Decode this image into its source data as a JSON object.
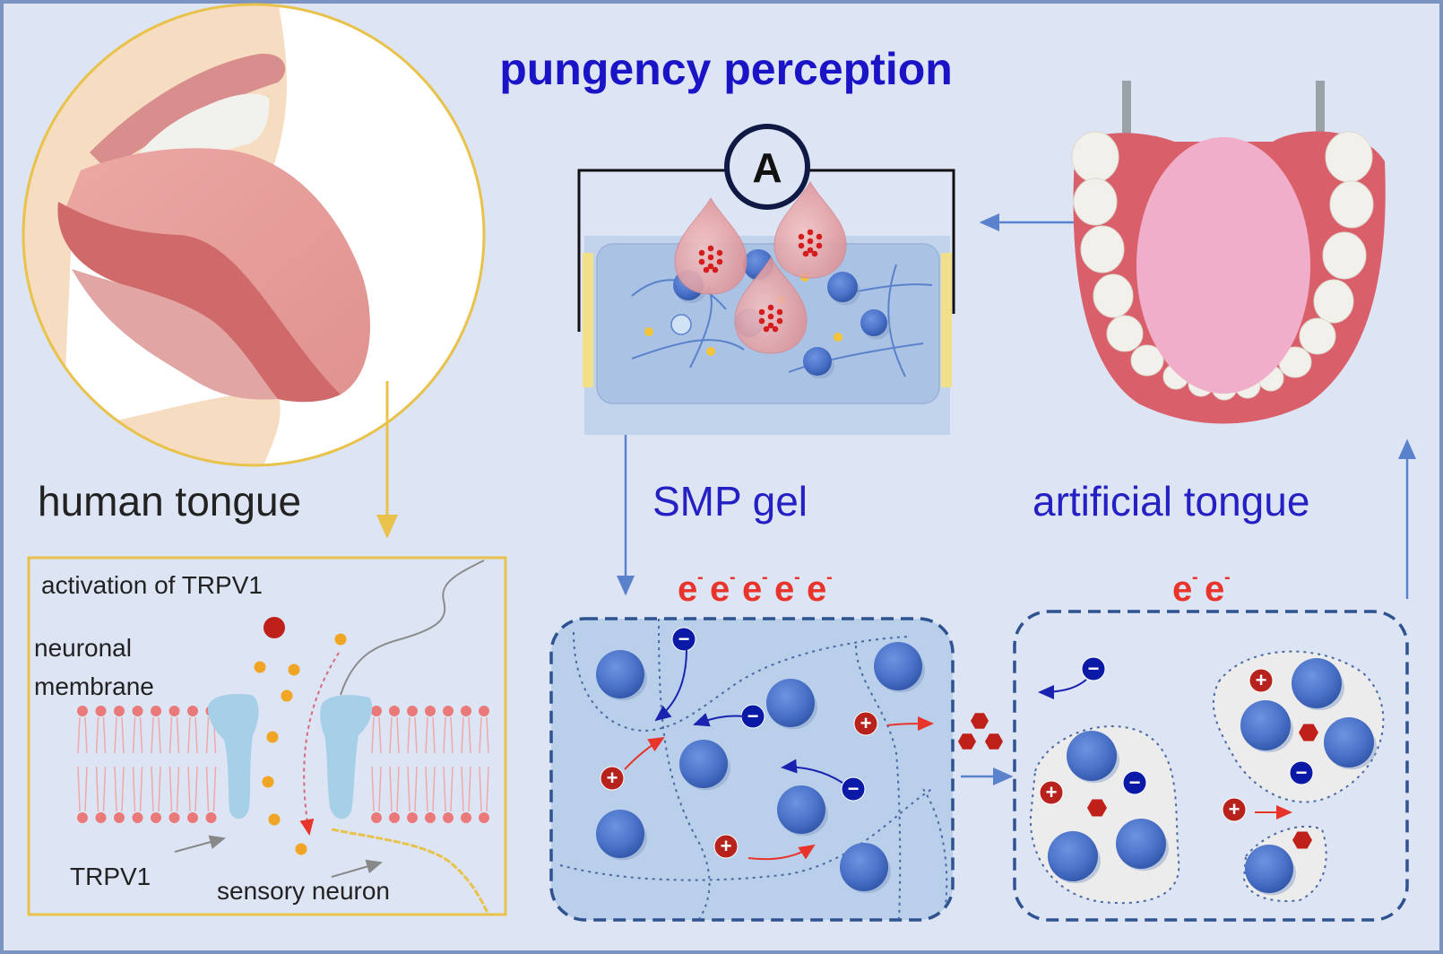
{
  "title": "pungency perception",
  "sections": {
    "human_tongue": {
      "label": "human tongue",
      "inset": {
        "heading": "activation of TRPV1",
        "membrane_label_line1": "neuronal",
        "membrane_label_line2": "membrane",
        "channel_label": "TRPV1",
        "neuron_label": "sensory neuron"
      }
    },
    "smp_gel": {
      "label": "SMP gel",
      "meter_symbol": "A",
      "electrons": [
        "e",
        "e",
        "e",
        "e",
        "e"
      ],
      "electron_superscript": "-"
    },
    "artificial_tongue": {
      "label": "artificial tongue",
      "electrons": [
        "e",
        "e"
      ],
      "electron_superscript": "-"
    }
  },
  "ions": {
    "positive": "+",
    "negative": "−"
  },
  "colors": {
    "background": "#dde4f3",
    "border": "#7b93c0",
    "title_blue": "#1a14c6",
    "label_blue": "#2420c4",
    "label_dark": "#222222",
    "electron_red": "#e8342a",
    "gold": "#e8c24a",
    "arrow_blue": "#5a82cc",
    "particle_blue": "#4a72c8",
    "gel_fill": "#b9cfea",
    "dash_blue": "#2f5290",
    "cation_red": "#b8221c",
    "anion_blue": "#0a1aa6",
    "membrane_pink": "#ea7a7a",
    "channel_blue": "#a6cfe8",
    "tongue_pink": "#e29a98",
    "skin": "#f6dcc0",
    "gum_red": "#d9606a",
    "art_tongue": "#f0aecb"
  }
}
